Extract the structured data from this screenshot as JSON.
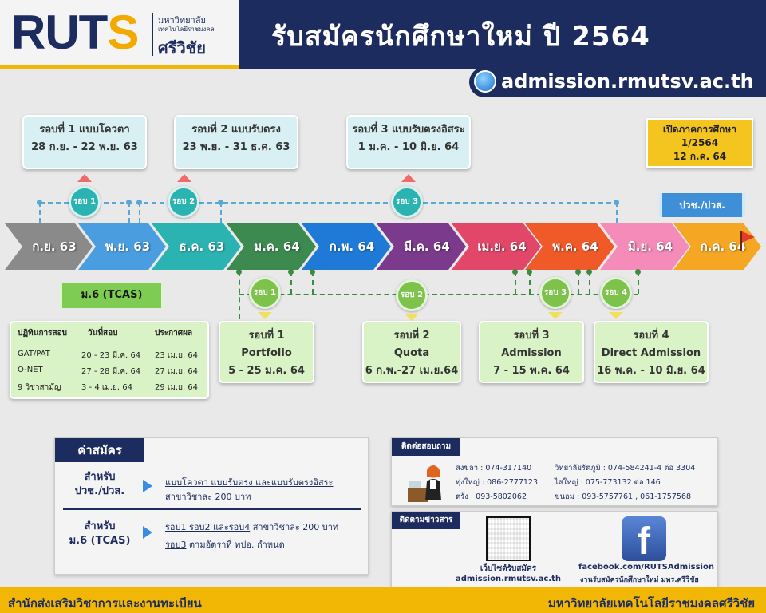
{
  "header": {
    "logo": "RUTS",
    "logo_sub1": "มหาวิทยาลัย",
    "logo_sub2": "เทคโนโลยีราชมงคล",
    "logo_sub3": "ศรีวิชัย",
    "title": "รับสมัครนักศึกษาใหม่ ปี 2564",
    "website": "admission.rmutsv.ac.th"
  },
  "top_rounds": [
    {
      "line1": "รอบที่ 1 แบบโควตา",
      "line2": "28 ก.ย. - 22 พ.ย. 63",
      "badge": "รอบ 1"
    },
    {
      "line1": "รอบที่ 2 แบบรับตรง",
      "line2": "23 พ.ย. - 31 ธ.ค. 63",
      "badge": "รอบ 2"
    },
    {
      "line1": "รอบที่ 3 แบบรับตรงอิสระ",
      "line2": "1 ม.ค. - 10 มิ.ย. 64",
      "badge": "รอบ 3"
    }
  ],
  "semester": {
    "line1": "เปิดภาคการศึกษา",
    "line2": "1/2564",
    "line3": "12 ก.ค. 64"
  },
  "voc_label": "ปวช./ปวส.",
  "tcas_label": "ม.6 (TCAS)",
  "months": [
    {
      "label": "ก.ย. 63",
      "color": "#8a8a8a"
    },
    {
      "label": "พ.ย. 63",
      "color": "#4a9ee0"
    },
    {
      "label": "ธ.ค. 63",
      "color": "#2ab3b0"
    },
    {
      "label": "ม.ค. 64",
      "color": "#3c8a4f"
    },
    {
      "label": "ก.พ. 64",
      "color": "#1e7ad6"
    },
    {
      "label": "มี.ค. 64",
      "color": "#7b3a8c"
    },
    {
      "label": "เม.ย. 64",
      "color": "#e2476a"
    },
    {
      "label": "พ.ค. 64",
      "color": "#f05a28"
    },
    {
      "label": "มิ.ย. 64",
      "color": "#f58bb8"
    },
    {
      "label": "ก.ค. 64",
      "color": "#f5a623"
    }
  ],
  "tcas_rounds": [
    {
      "badge": "รอบ 1",
      "line1": "รอบที่ 1",
      "line2": "Portfolio",
      "line3": "5 - 25 ม.ค. 64"
    },
    {
      "badge": "รอบ 2",
      "line1": "รอบที่ 2",
      "line2": "Quota",
      "line3": "6 ก.พ.-27 เม.ย.64"
    },
    {
      "badge": "รอบ 3",
      "line1": "รอบที่ 3",
      "line2": "Admission",
      "line3": "7 - 15 พ.ค. 64"
    },
    {
      "badge": "รอบ 4",
      "line1": "รอบที่ 4",
      "line2": "Direct Admission",
      "line3": "16 พ.ค. - 10 มิ.ย. 64"
    }
  ],
  "exam_table": {
    "headers": [
      "ปฏิทินการสอบ",
      "วันที่สอบ",
      "ประกาศผล"
    ],
    "rows": [
      [
        "GAT/PAT",
        "20 - 23 มี.ค. 64",
        "23 เม.ย. 64"
      ],
      [
        "O-NET",
        "27 - 28 มี.ค. 64",
        "27 เม.ย. 64"
      ],
      [
        "9 วิชาสามัญ",
        "3 - 4 เม.ย. 64",
        "29 เม.ย. 64"
      ]
    ]
  },
  "fees": {
    "title": "ค่าสมัคร",
    "voc_who1": "สำหรับ",
    "voc_who2": "ปวช./ปวส.",
    "voc_line1": "แบบโควตา แบบรับตรง และแบบรับตรงอิสระ",
    "voc_line2": "สาขาวิชาละ 200 บาท",
    "tcas_who1": "สำหรับ",
    "tcas_who2": "ม.6 (TCAS)",
    "tcas_line1a": "รอบ1 รอบ2 และรอบ4",
    "tcas_line1b": " สาขาวิชาละ 200 บาท",
    "tcas_line2a": "รอบ3",
    "tcas_line2b": " ตามอัตราที่ ทปอ. กำหนด"
  },
  "contact": {
    "title": "ติดต่อสอบถาม",
    "lines_left": [
      "สงขลา : 074-317140",
      "ทุ่งใหญ่ : 086-2777123",
      "ตรัง : 093-5802062"
    ],
    "lines_right": [
      "วิทยาลัยรัตภูมิ : 074-584241-4 ต่อ 3304",
      "ไสใหญ่ : 075-773132 ต่อ 146",
      "ขนอม : 093-5757761 , 061-1757568"
    ]
  },
  "follow": {
    "title": "ติดตามข่าวสาร",
    "qr_cap1": "เว็บไซต์รับสมัคร",
    "qr_cap2": "admission.rmutsv.ac.th",
    "fb_cap1": "facebook.com/RUTSAdmission",
    "fb_cap2": "งานรับสมัครนักศึกษาใหม่ มทร.ศรีวิชัย"
  },
  "footer": {
    "left": "สำนักส่งเสริมวิชาการและงานทะเบียน",
    "right": "มหาวิทยาลัยเทคโนโลยีราชมงคลศรีวิชัย"
  }
}
